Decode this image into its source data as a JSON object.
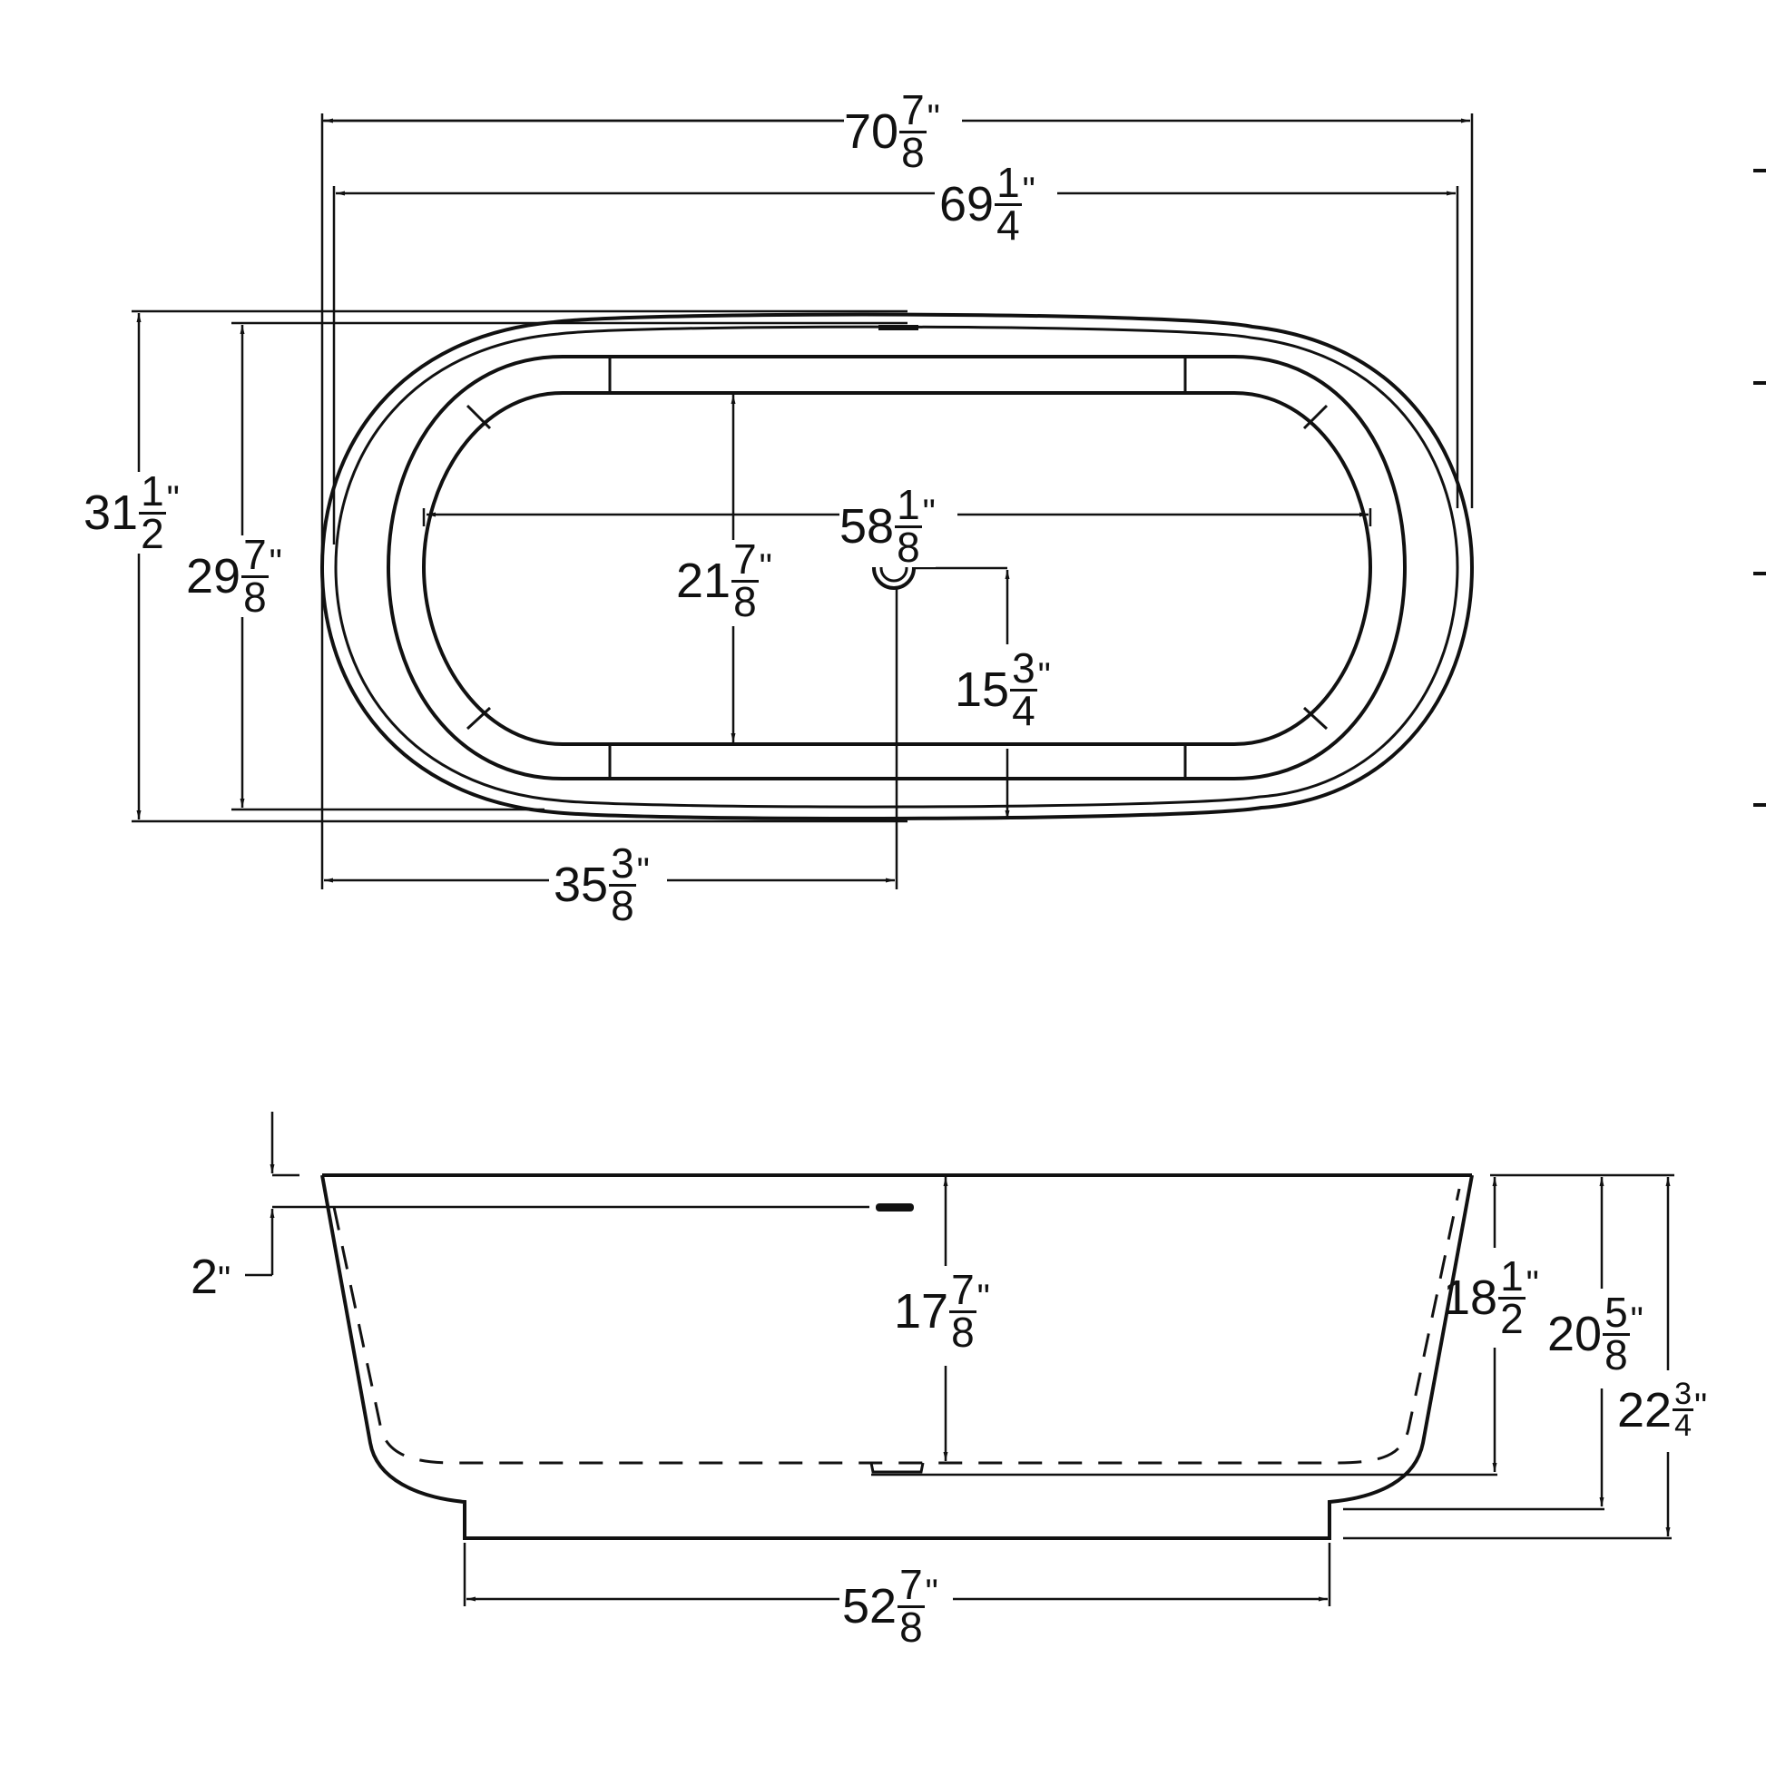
{
  "drawing": {
    "title": "Freestanding oval bathtub dimensional drawing",
    "units": "inches",
    "line_color": "#111111",
    "background": "#ffffff"
  },
  "top_view": {
    "overall_length": {
      "whole": "70",
      "num": "7",
      "den": "8",
      "unit": "\""
    },
    "rim_length": {
      "whole": "69",
      "num": "1",
      "den": "4",
      "unit": "\""
    },
    "overall_width": {
      "whole": "31",
      "num": "1",
      "den": "2",
      "unit": "\""
    },
    "rim_width": {
      "whole": "29",
      "num": "7",
      "den": "8",
      "unit": "\""
    },
    "interior_length": {
      "whole": "58",
      "num": "1",
      "den": "8",
      "unit": "\""
    },
    "interior_width": {
      "whole": "21",
      "num": "7",
      "den": "8",
      "unit": "\""
    },
    "drain_offset_y": {
      "whole": "15",
      "num": "3",
      "den": "4",
      "unit": "\""
    },
    "drain_offset_x": {
      "whole": "35",
      "num": "3",
      "den": "8",
      "unit": "\""
    }
  },
  "side_view": {
    "overflow_depth": {
      "whole": "2",
      "unit": "\""
    },
    "water_depth": {
      "whole": "17",
      "num": "7",
      "den": "8",
      "unit": "\""
    },
    "interior_depth": {
      "whole": "18",
      "num": "1",
      "den": "2",
      "unit": "\""
    },
    "base_to_rim": {
      "whole": "20",
      "num": "5",
      "den": "8",
      "unit": "\""
    },
    "overall_height": {
      "whole": "22",
      "num": "3",
      "den": "4",
      "unit": "\""
    },
    "base_length": {
      "whole": "52",
      "num": "7",
      "den": "8",
      "unit": "\""
    }
  }
}
